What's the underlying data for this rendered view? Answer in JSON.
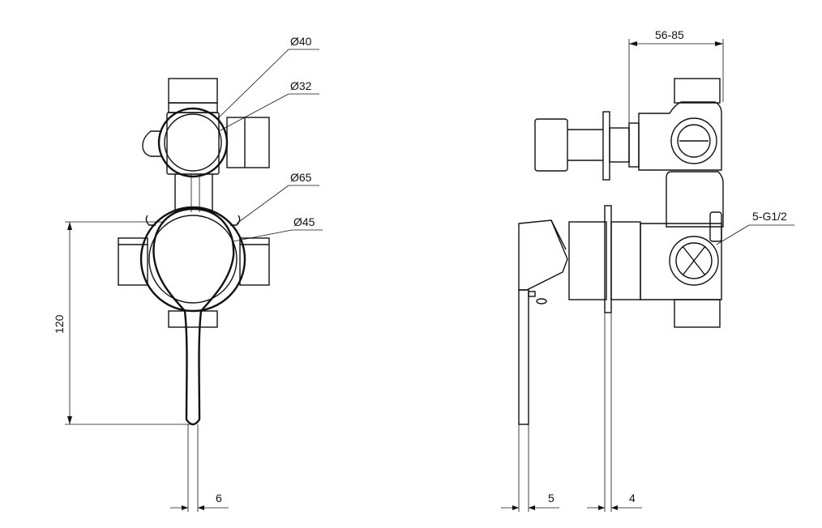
{
  "front_view": {
    "dia_40": "Ø40",
    "dia_32": "Ø32",
    "dia_65": "Ø65",
    "dia_45": "Ø45",
    "height_120": "120",
    "thick_6": "6"
  },
  "side_view": {
    "depth_range": "56-85",
    "thread": "5-G1/2",
    "plate_5": "5",
    "plate_4": "4"
  }
}
